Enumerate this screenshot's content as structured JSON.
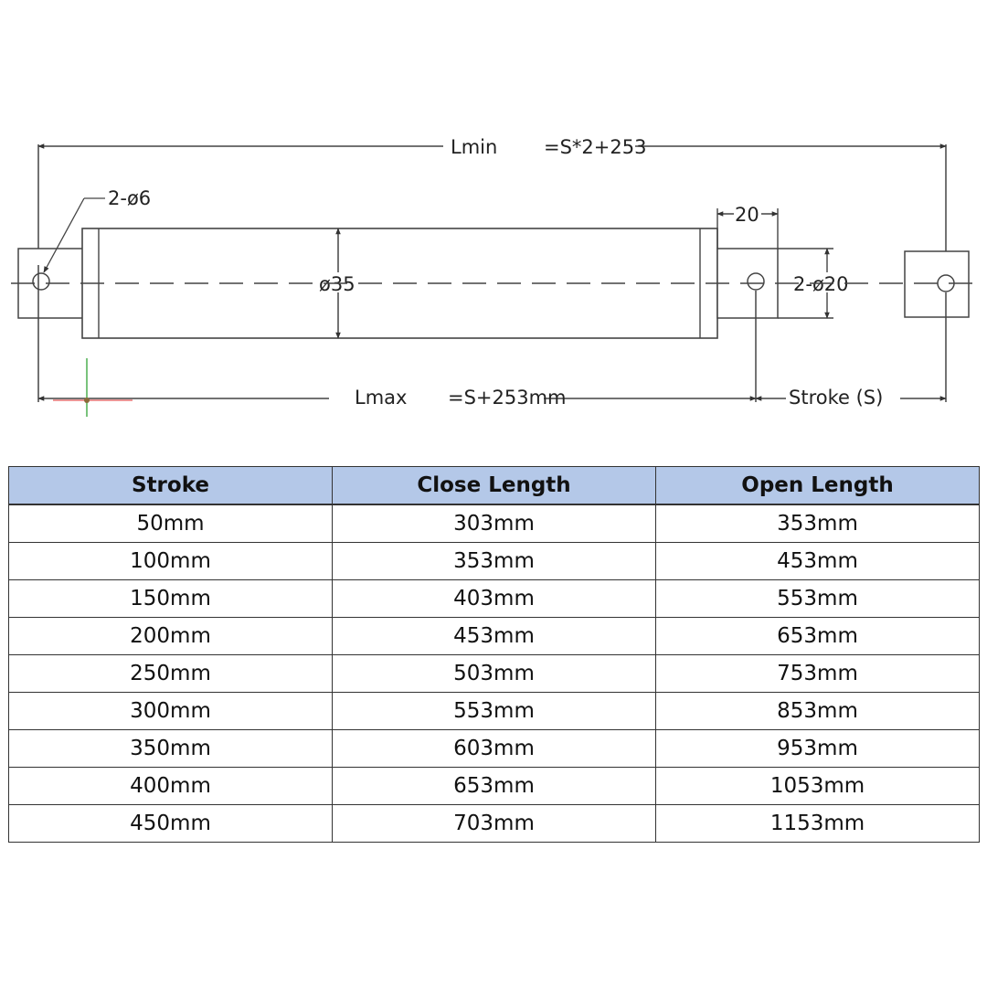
{
  "drawing": {
    "lmin_label": "Lmin",
    "lmin_formula": "=S*2+253",
    "lmax_label": "Lmax",
    "lmax_formula": "=S+253mm",
    "stroke_label": "Stroke (S)",
    "hole_label": "2-ø6",
    "tube_diameter_label": "ø35",
    "rod_diameter_label": "2-ø20",
    "end_width_label": "20"
  },
  "table": {
    "headers": [
      "Stroke",
      "Close Length",
      "Open Length"
    ],
    "rows": [
      [
        "50mm",
        "303mm",
        "353mm"
      ],
      [
        "100mm",
        "353mm",
        "453mm"
      ],
      [
        "150mm",
        "403mm",
        "553mm"
      ],
      [
        "200mm",
        "453mm",
        "653mm"
      ],
      [
        "250mm",
        "503mm",
        "753mm"
      ],
      [
        "300mm",
        "553mm",
        "853mm"
      ],
      [
        "350mm",
        "603mm",
        "953mm"
      ],
      [
        "400mm",
        "653mm",
        "1053mm"
      ],
      [
        "450mm",
        "703mm",
        "1153mm"
      ]
    ]
  }
}
